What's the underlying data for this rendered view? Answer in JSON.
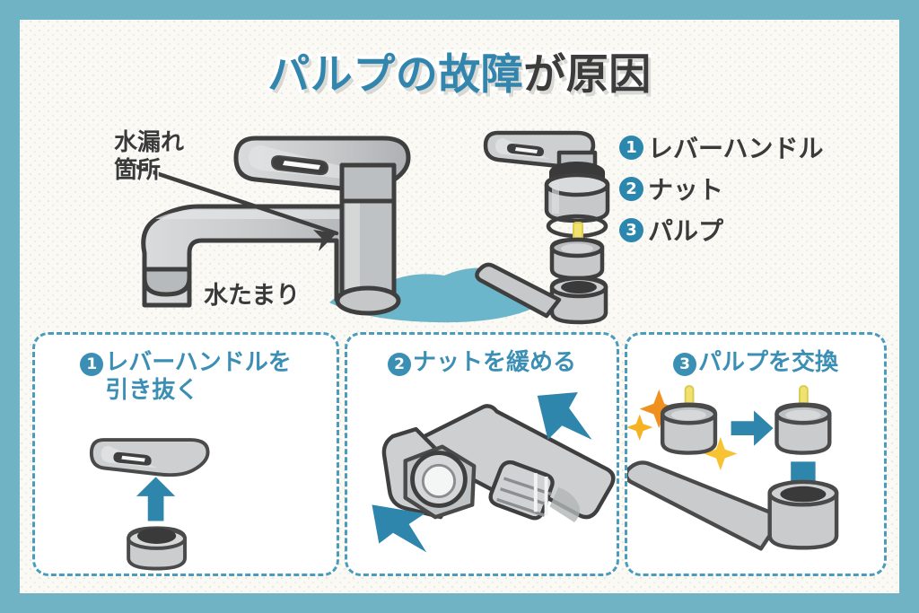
{
  "page": {
    "title_blue": "パルプの故障",
    "title_dark": "が原因",
    "frame_color": "#6fb3c4",
    "paper_color": "#faf9f4",
    "accent_color": "#2b87ad",
    "water_color": "#5fb0c8",
    "metal_color": "#c9cbcc",
    "valve_stem_color": "#f2e36b"
  },
  "hero": {
    "leak_label": "水漏れ\n箇所",
    "leak_label_line1": "水漏れ",
    "leak_label_line2": "箇所",
    "puddle_label": "水たまり",
    "legend": [
      {
        "num": "❶",
        "index": "1",
        "label": "レバーハンドル"
      },
      {
        "num": "❷",
        "index": "2",
        "label": "ナット"
      },
      {
        "num": "❸",
        "index": "3",
        "label": "パルプ"
      }
    ]
  },
  "panels": [
    {
      "index": "1",
      "title_line1": "レバーハンドルを",
      "title_line2": "引き抜く",
      "title": "レバーハンドルを引き抜く"
    },
    {
      "index": "2",
      "title_line1": "ナットを緩める",
      "title_line2": "",
      "title": "ナットを緩める"
    },
    {
      "index": "3",
      "title_line1": "パルプを交換",
      "title_line2": "",
      "title": "パルプを交換"
    }
  ]
}
